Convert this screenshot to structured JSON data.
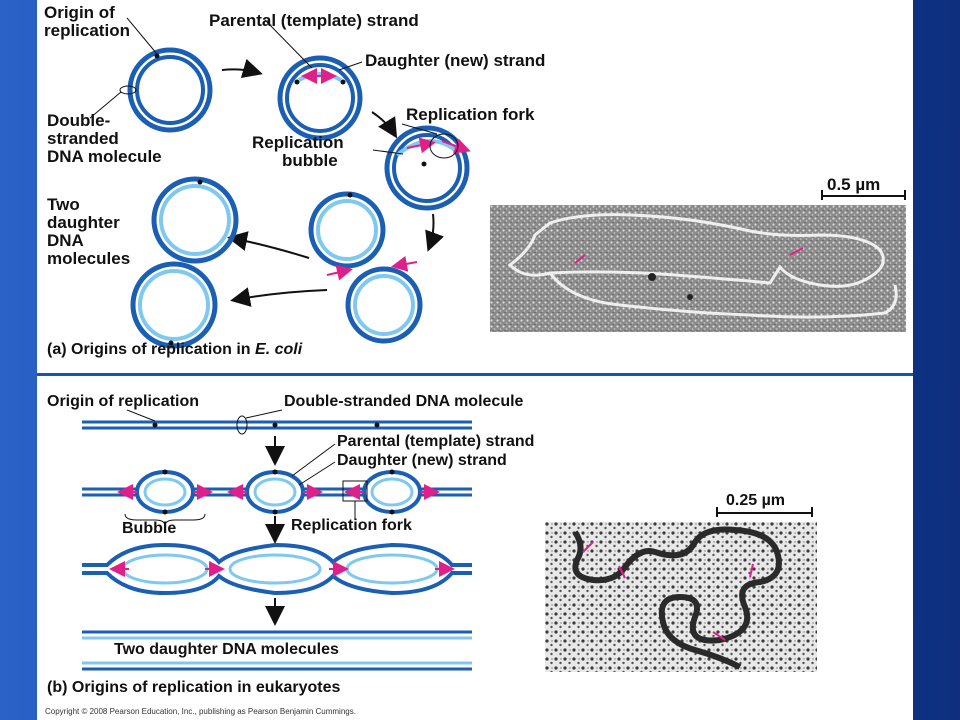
{
  "panel_a": {
    "label_origin_line1": "Origin of",
    "label_origin_line2": "replication",
    "label_parental": "Parental (template) strand",
    "label_daughter": "Daughter (new) strand",
    "label_double_1": "Double-",
    "label_double_2": "stranded",
    "label_double_3": "DNA molecule",
    "label_fork": "Replication fork",
    "label_bubble_1": "Replication",
    "label_bubble_2": "bubble",
    "label_two_1": "Two",
    "label_two_2": "daughter",
    "label_two_3": "DNA",
    "label_two_4": "molecules",
    "scale_bar": "0.5 µm",
    "caption_prefix": "(a) Origins of replication in ",
    "caption_italic": "E. coli"
  },
  "panel_b": {
    "label_origin": "Origin of replication",
    "label_double": "Double-stranded DNA molecule",
    "label_parental": "Parental (template) strand",
    "label_daughter": "Daughter (new) strand",
    "label_bubble": "Bubble",
    "label_fork": "Replication fork",
    "label_two": "Two daughter DNA molecules",
    "scale_bar": "0.25 µm",
    "caption": "(b) Origins of replication in eukaryotes"
  },
  "copyright": "Copyright © 2008 Pearson Education, Inc., publishing as Pearson Benjamin Cummings.",
  "colors": {
    "parental_strand": "#1a5fb4",
    "daughter_strand": "#7fc8f0",
    "arrow": "#e0208a",
    "background": "#1d4aa8"
  }
}
